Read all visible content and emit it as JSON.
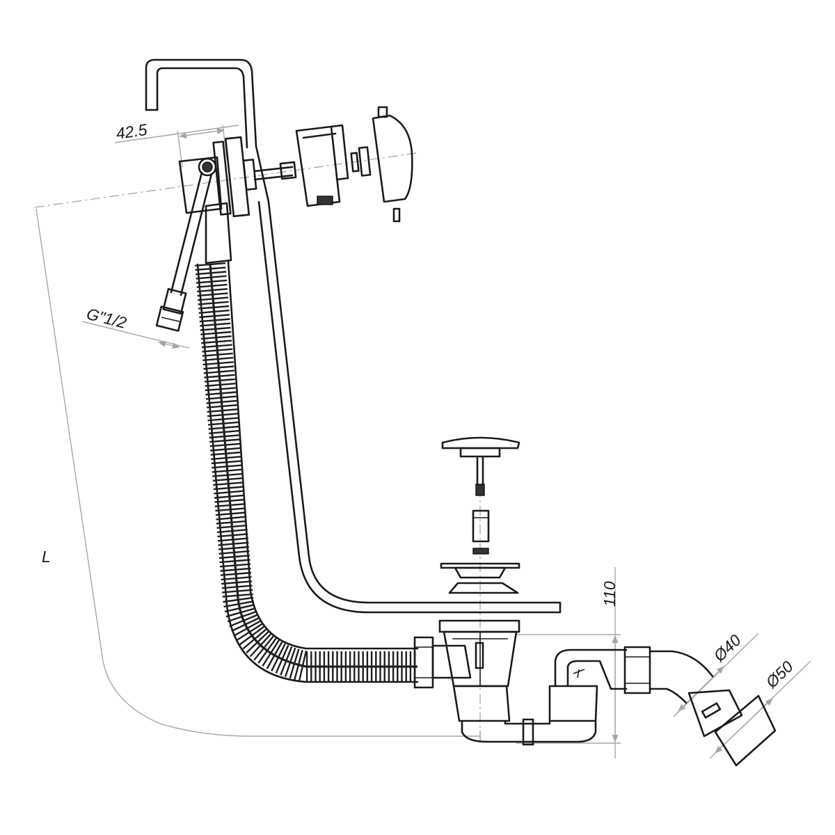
{
  "dimensions": {
    "inlet_offset": "42.5",
    "thread": "G\"1/2",
    "length": "L",
    "height": "110",
    "outlet_small": "Ø40",
    "outlet_large": "Ø50"
  },
  "colors": {
    "line": "#1a1a1a",
    "dimension": "#a6a6a6"
  }
}
